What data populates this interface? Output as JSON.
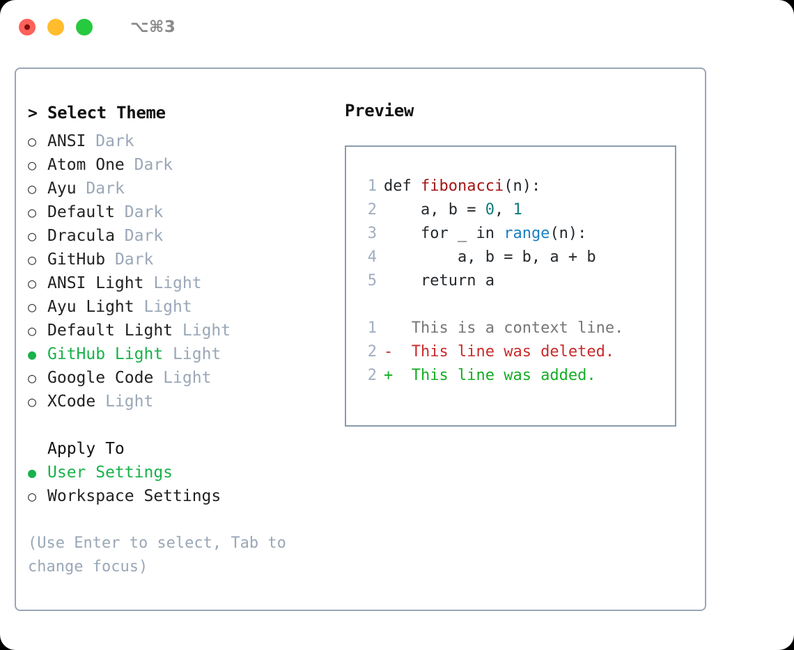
{
  "titlebar": {
    "shortcut": "⌥⌘3",
    "lights": [
      "close-red",
      "minimize-yellow",
      "zoom-green"
    ]
  },
  "left": {
    "heading": "Select Theme",
    "caret": ">",
    "marker_unselected": "○",
    "marker_selected": "●",
    "themes": [
      {
        "name": "ANSI",
        "variant": "Dark",
        "selected": false
      },
      {
        "name": "Atom One",
        "variant": "Dark",
        "selected": false
      },
      {
        "name": "Ayu",
        "variant": "Dark",
        "selected": false
      },
      {
        "name": "Default",
        "variant": "Dark",
        "selected": false
      },
      {
        "name": "Dracula",
        "variant": "Dark",
        "selected": false
      },
      {
        "name": "GitHub",
        "variant": "Dark",
        "selected": false
      },
      {
        "name": "ANSI Light",
        "variant": "Light",
        "selected": false
      },
      {
        "name": "Ayu Light",
        "variant": "Light",
        "selected": false
      },
      {
        "name": "Default Light",
        "variant": "Light",
        "selected": false
      },
      {
        "name": "GitHub Light",
        "variant": "Light",
        "selected": true
      },
      {
        "name": "Google Code",
        "variant": "Light",
        "selected": false
      },
      {
        "name": "XCode",
        "variant": "Light",
        "selected": false
      }
    ],
    "apply_to": {
      "heading": "Apply To",
      "options": [
        {
          "name": "User Settings",
          "selected": true
        },
        {
          "name": "Workspace Settings",
          "selected": false
        }
      ]
    },
    "hint": "(Use Enter to select, Tab to change focus)"
  },
  "preview": {
    "heading": "Preview",
    "code": [
      {
        "no": "1",
        "indent": "",
        "parts": [
          {
            "text": "def ",
            "tok": "plain"
          },
          {
            "text": "fibonacci",
            "tok": "fn"
          },
          {
            "text": "(n):",
            "tok": "plain"
          }
        ]
      },
      {
        "no": "2",
        "indent": "    ",
        "parts": [
          {
            "text": "a, b = ",
            "tok": "plain"
          },
          {
            "text": "0",
            "tok": "num"
          },
          {
            "text": ", ",
            "tok": "plain"
          },
          {
            "text": "1",
            "tok": "num"
          }
        ]
      },
      {
        "no": "3",
        "indent": "    ",
        "parts": [
          {
            "text": "for _ in ",
            "tok": "plain"
          },
          {
            "text": "range",
            "tok": "builtin"
          },
          {
            "text": "(n):",
            "tok": "plain"
          }
        ]
      },
      {
        "no": "4",
        "indent": "        ",
        "parts": [
          {
            "text": "a, b = b, a + b",
            "tok": "plain"
          }
        ]
      },
      {
        "no": "5",
        "indent": "    ",
        "parts": [
          {
            "text": "return a",
            "tok": "plain"
          }
        ]
      }
    ],
    "diff": [
      {
        "no": "1",
        "sign": " ",
        "text": "This is a context line.",
        "kind": "context"
      },
      {
        "no": "2",
        "sign": "-",
        "text": "This line was deleted.",
        "kind": "del"
      },
      {
        "no": "2",
        "sign": "+",
        "text": "This line was added.",
        "kind": "add"
      }
    ]
  },
  "colors": {
    "accent_green": "#18b24a",
    "muted": "#9aa7b7",
    "border": "#8c9bad",
    "code_fn": "#a31515",
    "code_num": "#0f7b7b",
    "code_builtin": "#1a7fc1",
    "diff_del": "#c92a2a",
    "diff_add": "#14ad25"
  }
}
